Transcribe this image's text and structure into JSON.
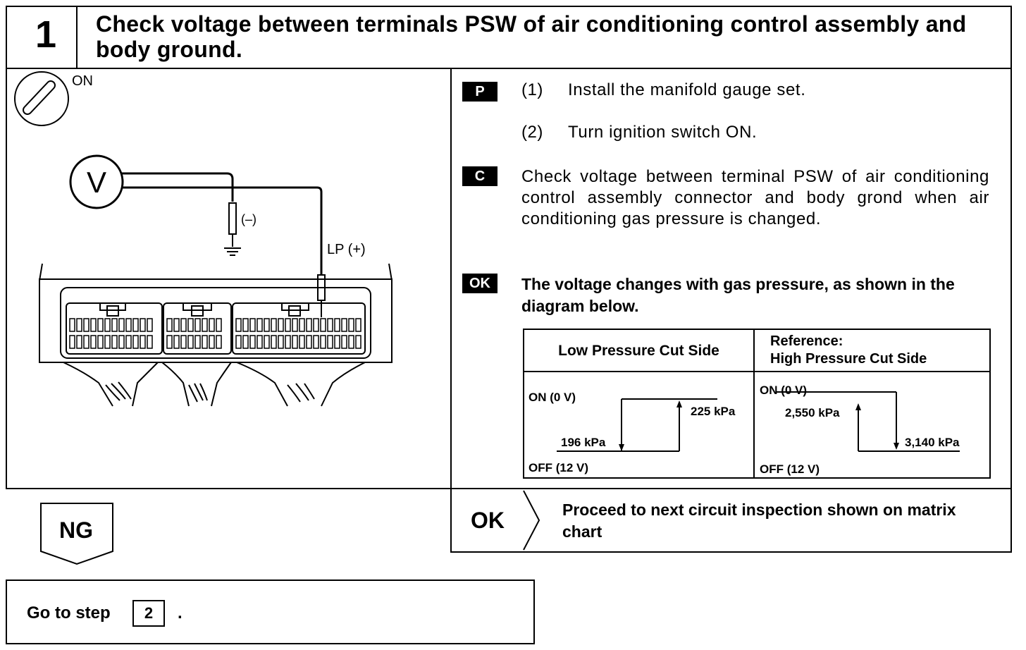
{
  "header": {
    "step_number": "1",
    "title": "Check voltage between terminals PSW of air conditioning control assembly and body ground."
  },
  "diagram": {
    "ignition_label": "ON",
    "voltmeter_label": "V",
    "neg_probe_label": "(–)",
    "pos_probe_label": "LP (+)"
  },
  "procedure": {
    "prep_tag": "P",
    "step1_num": "(1)",
    "step1_text": "Install the manifold gauge set.",
    "step2_num": "(2)",
    "step2_text": "Turn ignition switch ON.",
    "check_tag": "C",
    "check_text": "Check voltage between terminal PSW of air conditioning control assembly connector and body grond when air conditioning gas pressure is changed.",
    "ok_tag": "OK",
    "ok_text": "The voltage changes with gas pressure, as shown in the diagram below."
  },
  "pressure_table": {
    "col1_header": "Low Pressure Cut Side",
    "col2_header_line1": "Reference:",
    "col2_header_line2": "High Pressure Cut Side",
    "low": {
      "on_label": "ON (0 V)",
      "off_label": "OFF (12 V)",
      "off_pressure": "196 kPa",
      "on_pressure": "225 kPa"
    },
    "high": {
      "on_label": "ON (0 V)",
      "off_label": "OFF (12 V)",
      "on_pressure": "2,550 kPa",
      "off_pressure": "3,140 kPa"
    }
  },
  "result_ok": {
    "label": "OK",
    "text": "Proceed to next circuit inspection shown on matrix chart"
  },
  "result_ng": {
    "label": "NG",
    "goto_prefix": "Go to step",
    "goto_step": "2",
    "goto_suffix": "."
  }
}
